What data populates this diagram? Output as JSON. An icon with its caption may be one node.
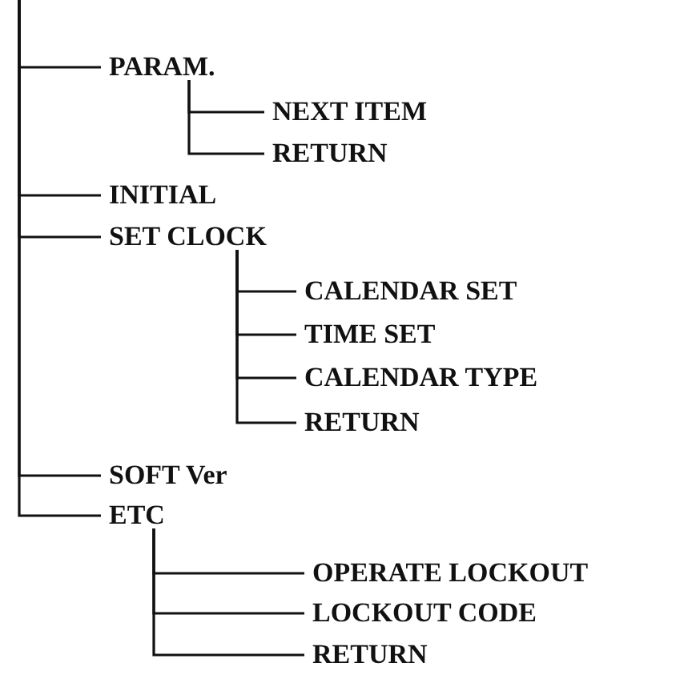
{
  "diagram": {
    "nodes": [
      {
        "text": [
          "PARAM."
        ]
      },
      {
        "text": [
          "NEXT ITEM"
        ]
      },
      {
        "text": [
          "RETURN"
        ]
      },
      {
        "text": [
          "INITIAL"
        ]
      },
      {
        "text": [
          "SET CLOCK"
        ]
      },
      {
        "text": [
          "CALENDAR SET"
        ]
      },
      {
        "text": [
          "TIME SET"
        ]
      },
      {
        "text": [
          "CALENDAR TYPE"
        ]
      },
      {
        "text": [
          "RETURN"
        ]
      },
      {
        "text": [
          "SOFT Ver"
        ]
      },
      {
        "text": [
          "ETC"
        ]
      },
      {
        "text": [
          "OPERATE LOCKOUT"
        ]
      },
      {
        "text": [
          "LOCKOUT CODE"
        ]
      },
      {
        "text": [
          "RETURN"
        ]
      }
    ],
    "edges": [
      {
        "from": null,
        "to": 0,
        "arrow": "none"
      },
      {
        "from": 0,
        "to": 1,
        "arrow": "none"
      },
      {
        "from": 0,
        "to": 2,
        "arrow": "none"
      },
      {
        "from": null,
        "to": 3,
        "arrow": "none"
      },
      {
        "from": null,
        "to": 4,
        "arrow": "none"
      },
      {
        "from": 4,
        "to": 5,
        "arrow": "none"
      },
      {
        "from": 4,
        "to": 6,
        "arrow": "none"
      },
      {
        "from": 4,
        "to": 7,
        "arrow": "none"
      },
      {
        "from": 4,
        "to": 8,
        "arrow": "none"
      },
      {
        "from": null,
        "to": 9,
        "arrow": "none"
      },
      {
        "from": null,
        "to": 10,
        "arrow": "none"
      },
      {
        "from": 10,
        "to": 11,
        "arrow": "none"
      },
      {
        "from": 10,
        "to": 12,
        "arrow": "none"
      },
      {
        "from": 10,
        "to": 13,
        "arrow": "none"
      }
    ]
  }
}
